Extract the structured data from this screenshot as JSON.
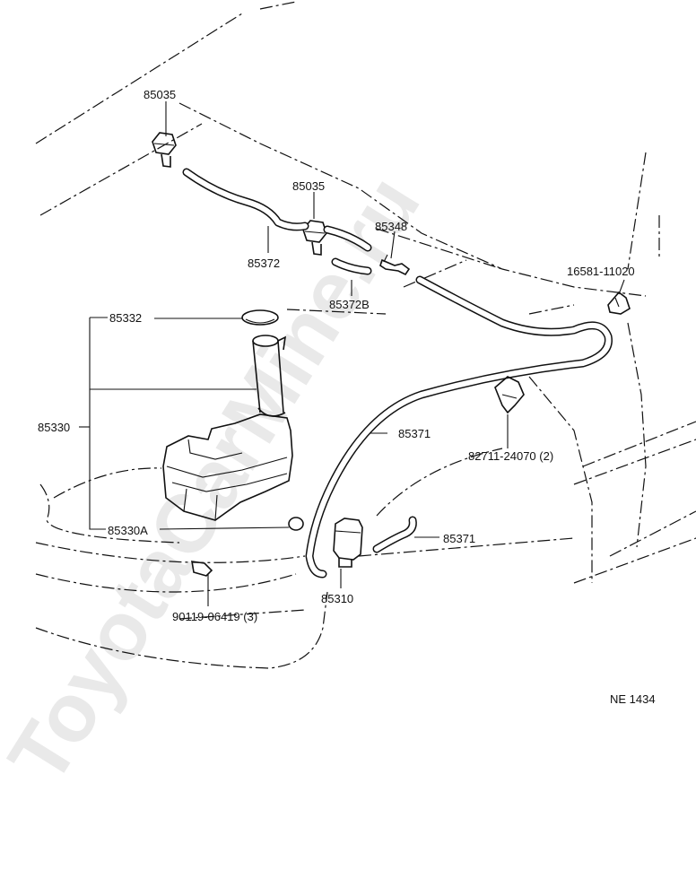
{
  "watermark": "ToyotaCarMine.ru",
  "figure_code": "NE 1434",
  "parts": {
    "p85035_top": "85035",
    "p85035_mid": "85035",
    "p85348": "85348",
    "p85372": "85372",
    "p85372B": "85372B",
    "p16581": "16581-11020",
    "p85332": "85332",
    "p85330": "85330",
    "p85371_a": "85371",
    "p82711": "82711-24070 (2)",
    "p85330A": "85330A",
    "p85371_b": "85371",
    "p85310": "85310",
    "p90119": "90119-06419 (3)"
  }
}
